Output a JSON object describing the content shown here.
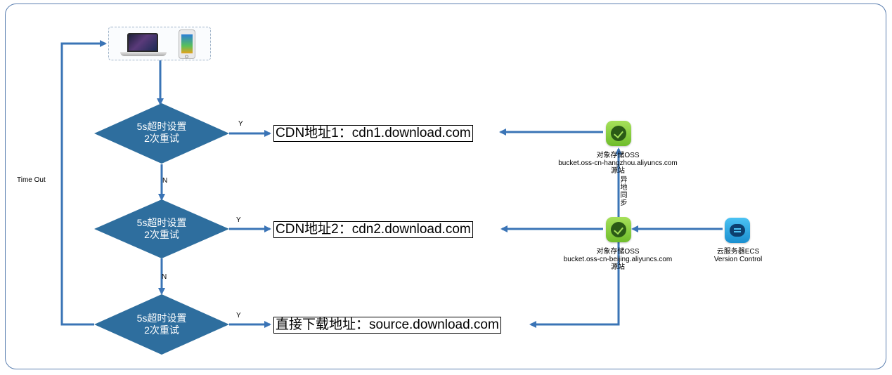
{
  "decisions": [
    {
      "line1": "5s超时设置",
      "line2": "2次重试"
    },
    {
      "line1": "5s超时设置",
      "line2": "2次重试"
    },
    {
      "line1": "5s超时设置",
      "line2": "2次重试"
    }
  ],
  "yes_label": "Y",
  "no_label": "N",
  "timeout_label": "Time Out",
  "targets": [
    {
      "label": "CDN地址1：cdn1.download.com"
    },
    {
      "label": "CDN地址2：cdn2.download.com"
    },
    {
      "label": "直接下载地址：source.download.com"
    }
  ],
  "oss_nodes": [
    {
      "title": "对象存储OSS",
      "bucket": "bucket.oss-cn-hangzhou.aliyuncs.com",
      "role": "源站"
    },
    {
      "title": "对象存储OSS",
      "bucket": "bucket.oss-cn-beijing.aliyuncs.com",
      "role": "源站"
    }
  ],
  "sync_label": "异地同步",
  "ecs": {
    "title": "云服务器ECS",
    "subtitle": "Version Control"
  },
  "icons": {
    "client_devices": [
      "laptop-icon",
      "smartphone-icon"
    ],
    "oss": "cloud-storage-icon",
    "ecs": "cloud-server-icon"
  },
  "colors": {
    "decision_fill": "#2e6e9e",
    "arrow": "#3a74b6",
    "frame_border": "#5b7fb0",
    "oss_green": "#8fd14f",
    "ecs_blue": "#2aa3e3"
  }
}
